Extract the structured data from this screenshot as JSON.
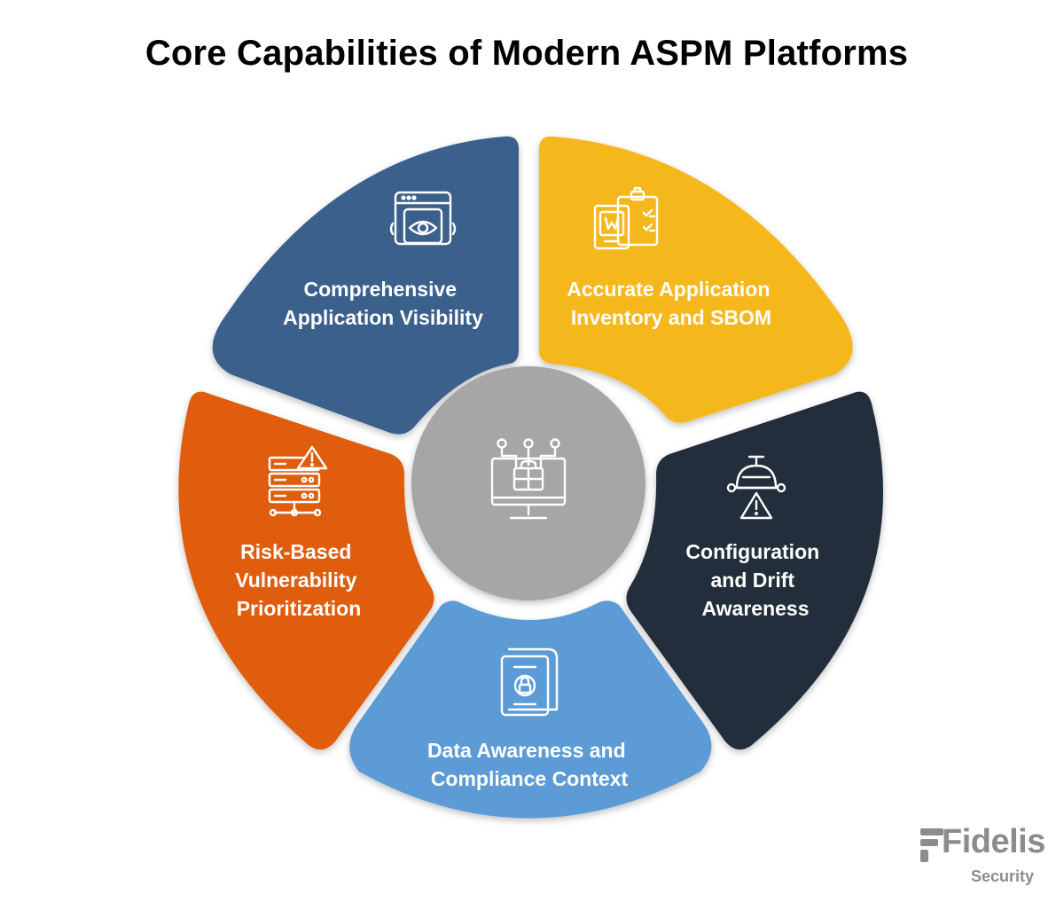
{
  "title": "Core Capabilities of Modern ASPM Platforms",
  "segments": [
    {
      "label_lines": [
        "Comprehensive",
        "Application Visibility"
      ],
      "color": "#3a618b",
      "icon": "eye-monitor-icon"
    },
    {
      "label_lines": [
        "Accurate Application",
        "Inventory and SBOM"
      ],
      "color": "#f5b81c",
      "icon": "clipboard-checklist-icon"
    },
    {
      "label_lines": [
        "Configuration",
        "and Drift",
        "Awareness"
      ],
      "color": "#212d3b",
      "icon": "warning-robot-icon"
    },
    {
      "label_lines": [
        "Data Awareness and",
        "Compliance Context"
      ],
      "color": "#5b9bd5",
      "icon": "lock-document-icon"
    },
    {
      "label_lines": [
        "Risk-Based",
        "Vulnerability",
        "Prioritization"
      ],
      "color": "#e05d10",
      "icon": "server-warning-icon"
    }
  ],
  "center": {
    "color": "#a6a6a6",
    "icon": "secure-monitor-network-icon"
  },
  "logo": {
    "word": "Fidelis",
    "sub": "Security"
  }
}
